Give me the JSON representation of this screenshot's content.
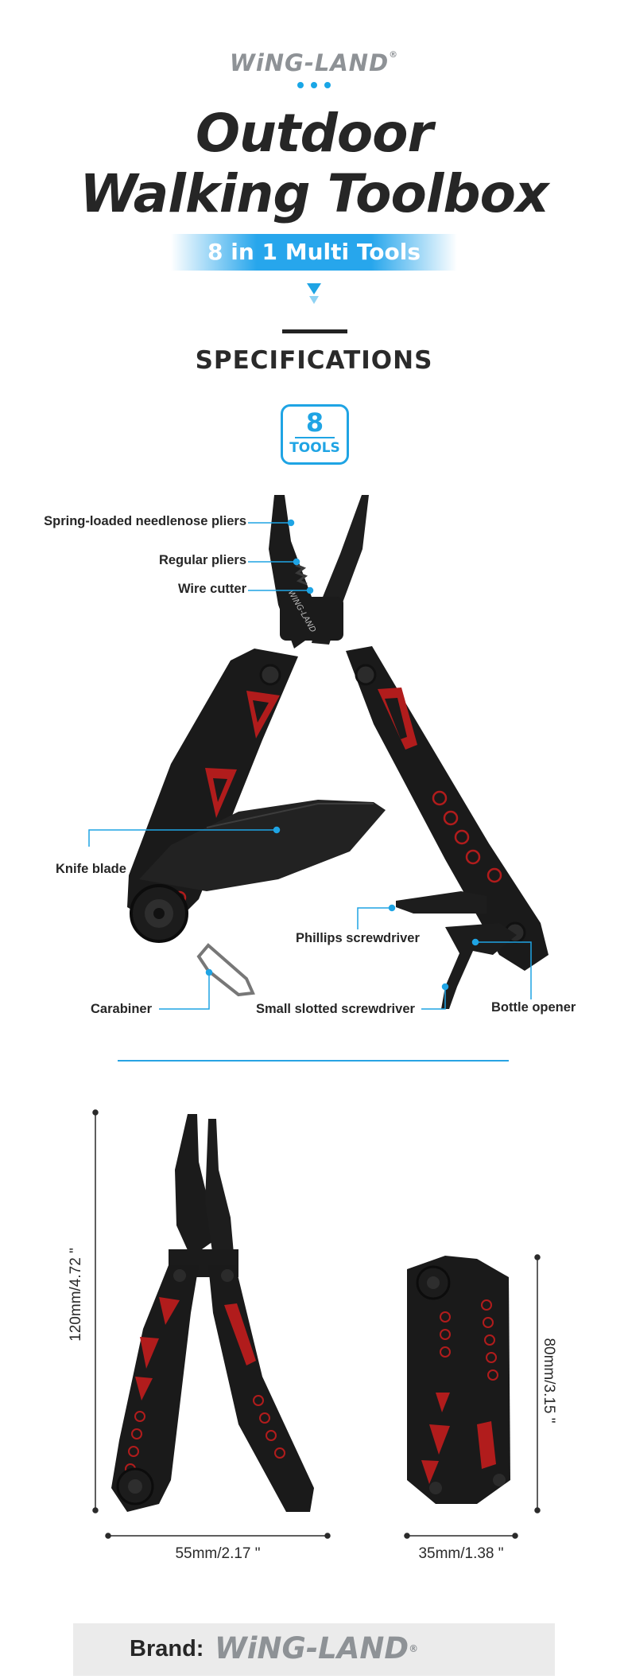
{
  "header": {
    "logo": "WiNG-LAND",
    "logo_reg": "®",
    "title_line1": "Outdoor",
    "title_line2": "Walking Toolbox",
    "banner": "8 in 1 Multi Tools"
  },
  "specs": {
    "heading": "SPECIFICATIONS",
    "badge_number": "8",
    "badge_text": "TOOLS"
  },
  "parts": {
    "needlenose": "Spring-loaded needlenose pliers",
    "regular": "Regular pliers",
    "wire_cutter": "Wire cutter",
    "knife": "Knife blade",
    "phillips": "Phillips screwdriver",
    "carabiner": "Carabiner",
    "slotted": "Small  slotted screwdriver",
    "bottle": "Bottle opener"
  },
  "dimensions": {
    "open_height": "120mm/4.72 \"",
    "open_width": "55mm/2.17 \"",
    "closed_height": "80mm/3.15 \"",
    "closed_width": "35mm/1.38 \""
  },
  "footer": {
    "brand_label": "Brand:",
    "brand_logo": "WiNG-LAND",
    "brand_reg": "®"
  },
  "colors": {
    "accent_blue": "#1fa4e4",
    "tool_black": "#1b1b1b",
    "tool_red": "#b11c1c"
  }
}
